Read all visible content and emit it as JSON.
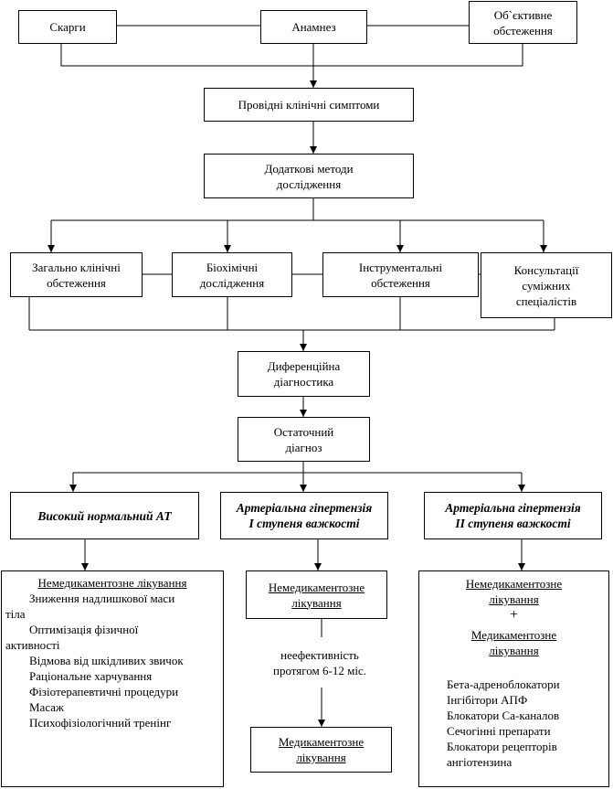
{
  "top": {
    "complaints": "Скарги",
    "anamnesis": "Анамнез",
    "objective": [
      "Об`єктивне",
      "обстеження"
    ]
  },
  "leading_symptoms": "Провідні клінічні симптоми",
  "additional_methods": [
    "Додаткові методи",
    "дослідження"
  ],
  "exams": {
    "general": [
      "Загально клінічні",
      "обстеження"
    ],
    "biochem": [
      "Біохімічні",
      "дослідження"
    ],
    "instrumental": [
      "Інструментальні",
      "обстеження"
    ],
    "consult": [
      "Консультації",
      "суміжних",
      "спеціалістів"
    ]
  },
  "differential": [
    "Диференційна",
    "діагностика"
  ],
  "final_diagnosis": [
    "Остаточний",
    "діагноз"
  ],
  "categories": {
    "high_normal": "Високий нормальний АТ",
    "ah1": [
      "Артеріальна гіпертензія",
      "I ступеня важкості"
    ],
    "ah2": [
      "Артеріальна гіпертензія",
      "II ступеня важкості"
    ]
  },
  "treatment_left": {
    "title": "Немедикаментозне лікування",
    "items": [
      "Зниження надлишкової маси",
      "тіла",
      "Оптимізація фізичної",
      "активності",
      "Відмова від шкідливих звичок",
      "Раціональне харчування",
      "Фізіотерапевтичні процедури",
      "Масаж",
      "Психофізіологічний тренінг"
    ]
  },
  "treatment_mid": {
    "nonmed": [
      "Немедикаментозне",
      "лікування"
    ],
    "note": [
      "неефективність",
      "протягом 6-12 міс."
    ],
    "med": [
      "Медикаментозне",
      "лікування"
    ]
  },
  "treatment_right": {
    "nonmed": [
      "Немедикаментозне",
      "лікування"
    ],
    "plus": "+",
    "med": [
      "Медикаментозне",
      "лікування"
    ],
    "drugs": [
      "Бета-адреноблокатори",
      "Інгібітори АПФ",
      "Блокатори Са-каналов",
      "Сечогінні препарати",
      "Блокатори рецепторів",
      "ангіотензина"
    ]
  }
}
